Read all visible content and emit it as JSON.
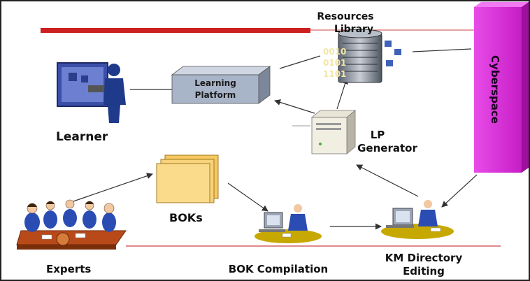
{
  "labels": {
    "resources_library_line1": "Resources",
    "resources_library_line2": "Library",
    "learner": "Learner",
    "learning_platform_line1": "Learning",
    "learning_platform_line2": "Platform",
    "lp_generator_line1": "LP",
    "lp_generator_line2": "Generator",
    "cyberspace": "Cyberspace",
    "boks": "BOKs",
    "experts": "Experts",
    "bok_compilation": "BOK Compilation",
    "km_directory_line1": "KM Directory",
    "km_directory_line2": "Editing"
  },
  "binary": {
    "line1": "0010",
    "line2": "0101",
    "line3": "1101"
  },
  "colors": {
    "red_line": "#cc1f1f",
    "cyberspace": "#e040e0",
    "box": "#a8b4c8",
    "arrow": "#333333"
  }
}
